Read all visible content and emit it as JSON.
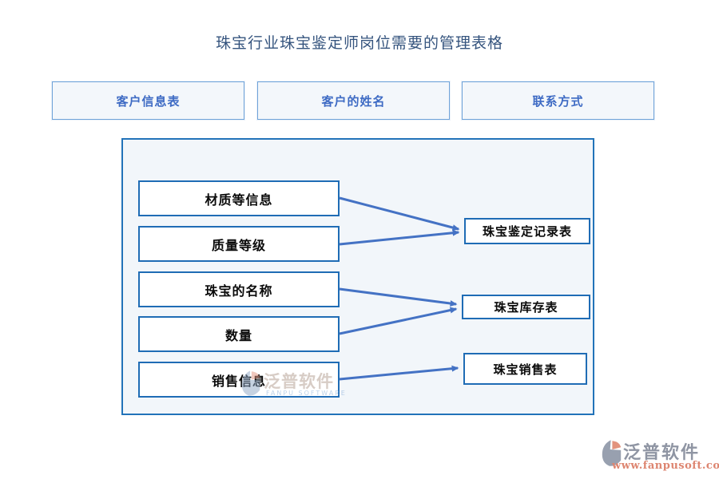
{
  "page": {
    "title": "珠宝行业珠宝鉴定师岗位需要的管理表格"
  },
  "top_row": {
    "boxes": [
      {
        "label": "客户信息表"
      },
      {
        "label": "客户的姓名"
      },
      {
        "label": "联系方式"
      }
    ]
  },
  "diagram": {
    "source_boxes": [
      {
        "label": "材质等信息"
      },
      {
        "label": "质量等级"
      },
      {
        "label": "珠宝的名称"
      },
      {
        "label": "数量"
      },
      {
        "label": "销售信息"
      }
    ],
    "target_boxes": [
      {
        "label": "珠宝鉴定记录表"
      },
      {
        "label": "珠宝库存表"
      },
      {
        "label": "珠宝销售表"
      }
    ],
    "connections": [
      {
        "from": "材质等信息",
        "to": "珠宝鉴定记录表"
      },
      {
        "from": "质量等级",
        "to": "珠宝鉴定记录表"
      },
      {
        "from": "珠宝的名称",
        "to": "珠宝库存表"
      },
      {
        "from": "数量",
        "to": "珠宝库存表"
      },
      {
        "from": "销售信息",
        "to": "珠宝销售表"
      }
    ]
  },
  "watermark": {
    "brand": "泛普软件",
    "brand_en": "FANPU SOFTWARE"
  },
  "footer": {
    "brand": "泛普软件",
    "website": "www.fanpusoft.com"
  },
  "colors": {
    "title_text": "#35547e",
    "top_box_text": "#3e6bc4",
    "top_box_border": "#6fa3d9",
    "container_bg": "#f2f6fa",
    "container_border": "#2273b9",
    "box_border": "#1f6cb5",
    "arrow": "#4472c4",
    "footer_brand_text": "#8f95a3",
    "footer_url_text": "#dd8570"
  }
}
